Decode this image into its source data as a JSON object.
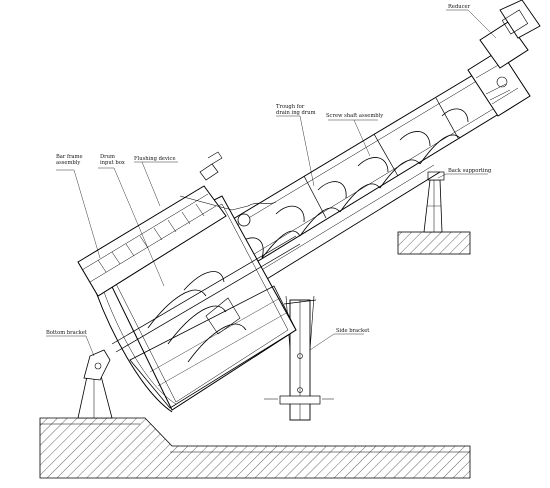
{
  "labels": {
    "reducer": "Reducer",
    "trough": "Trough for\ndrain ing drum",
    "screw_shaft": "Screw shaft assembly",
    "bar_frame": "Bar frame\nassembly",
    "drum_input": "Drum\ninput box",
    "flushing": "Flushing device",
    "back_support": "Back supporting",
    "bottom_bracket": "Bottom bracket",
    "side_bracket": "Side bracket"
  }
}
